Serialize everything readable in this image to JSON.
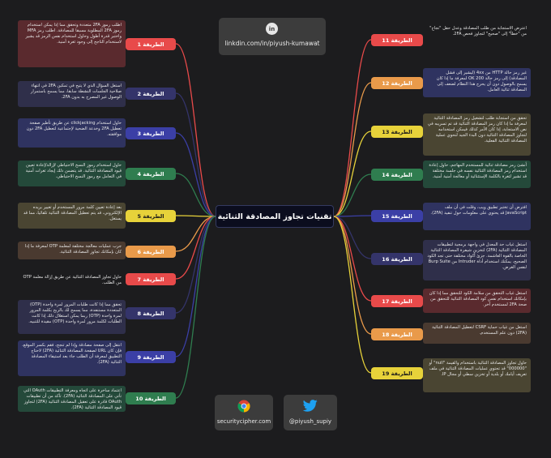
{
  "center": {
    "title": "تقنيات تجاوز المصادقة الثنائية"
  },
  "links": {
    "linkedin": "linkdin.com/in/piyush-kumawat",
    "linkedin_icon": "linkedin-icon",
    "website": "securitycipher.com",
    "website_icon": "chrome-icon",
    "twitter": "@piyush_supiy",
    "twitter_icon": "twitter-bird-icon"
  },
  "colors": {
    "background": "#1c1c1e",
    "center_bg": "#0b0d1e",
    "card_bg": "#3c3c3c"
  },
  "left_methods": [
    {
      "label": "الطريقة 1",
      "color": "#e84a4a",
      "text_color": "#ffffff",
      "desc_bg": "#5a2a2e",
      "description": "اطلب رموز 2FA متعددة وتحقق مما إذا يمكن استخدام رموز 2FA المطلوبة مسبقا للمصادقة. اطلب رمز MFA واختبر قدرة أطول وحاول استخدام نفس الرمز قد يشير لاستخدام الناجح إلى وجود ثغرة أمنية."
    },
    {
      "label": "الطريقة 2",
      "color": "#34346a",
      "text_color": "#ffffff",
      "desc_bg": "#2f2f4a",
      "description": "استغل السؤال الذي لا يتيح في تمكين 2FA في انتهاء صلاحية الجلسات النشطة سابقا، مما يسمح باستمرار الوصول غير المصرح به بدون 2FA."
    },
    {
      "label": "الطريقة 3",
      "color": "#3b3fa6",
      "text_color": "#ffffff",
      "desc_bg": "#2f3360",
      "description": "حاول استخدام clickjacking عن طريق تأطير صفحة تعطيل 2FA وخدعة الضحية لإجتماعية لتعطيل 2FA دون موافقته."
    },
    {
      "label": "الطريقة 4",
      "color": "#2f7d4f",
      "text_color": "#ffffff",
      "desc_bg": "#24493a",
      "description": "حاول استخدام رموز النسخ الاحتياطي لإزالة/إعادة تعيين قيود المصادقة الثنائية. قد يتضمن ذلك إيجاد ثغرات أمنية في التعامل مع رموز النسخ الاحتياطي."
    },
    {
      "label": "الطريقة 5",
      "color": "#e7d23a",
      "text_color": "#1a1a1a",
      "desc_bg": "#4a4532",
      "description": "بعد إعادة تعيين كلمة مرور المستخدم أو تغيير بريده الإلكتروني، قد يتم تعطيل المصادقة الثنائية تلقائيا، مما قد يستغل."
    },
    {
      "label": "الطريقة 6",
      "color": "#e99a4a",
      "text_color": "#ffffff",
      "desc_bg": "#4a3a30",
      "description": "جرب عمليات معالجة مختلفة لمعلمة OTP لمعرفة ما إذا كان بإمكانك تجاوز المصادقة الثنائية."
    },
    {
      "label": "الطريقة 7",
      "color": "#e84a4a",
      "text_color": "#ffffff",
      "desc_bg": "#1c1c1e",
      "description": "حاول تجاوز المصادقة الثنائية عن طريق إزالة معلمة OTP من الطلب."
    },
    {
      "label": "الطريقة 8",
      "color": "#34346a",
      "text_color": "#ffffff",
      "desc_bg": "#2f2f4a",
      "description": "تحقق مما إذا كانت طلبات المرور لمرة واحدة (OTP) المتعددة مستنفدة، مما يسمح لك بالربح بكلمة المرور لمرة واحدة (OTP) ربما يمكن استغلال ذلك إذا كانت الطلبات لكلمة مرور لمرة واحدة (OTP) مقيدة للتنبيه."
    },
    {
      "label": "الطريقة 9",
      "color": "#3b3fa6",
      "text_color": "#ffffff",
      "desc_bg": "#2f3360",
      "description": "انتقل إلى صفحة مصادقة وإذا لم تنجح، فقم بكسر الموقع، فإن كان URL لصفحة المصادقة الثنائية (2FA) لاحتاج التطبيق لمعرفة أن الطلب جاء بعد استيفاء المصادقة الثنائية (2FA)."
    },
    {
      "label": "الطريقة 10",
      "color": "#2f7d4f",
      "text_color": "#ffffff",
      "desc_bg": "#24493a",
      "description": "اعتماد ساخرة على اتجاه ومعرفة التطبيقات OAuth التي تأتي على المصادقة الثنائية (2FA). تأكد من أن تطبيقات OAuth قادرة على تعقيل المصادقة الثنائية (2FA) لتجاوز قيود المصادقة الثنائية (2FA)."
    }
  ],
  "right_methods": [
    {
      "label": "الطريقة 11",
      "color": "#e84a4a",
      "text_color": "#ffffff",
      "desc_bg": "#1c1c1e",
      "description": "اعترض الاستجابة من طلب المصادقة وعدل حقل \"نجاح\" من \"خطأ\" إلى \"صحيح\" لتجاوز فحص 2FA."
    },
    {
      "label": "الطريقة 12",
      "color": "#e99a4a",
      "text_color": "#ffffff",
      "desc_bg": "#2f3360",
      "description": "غير رمز حالة HTTP من 4xx (ليشير إلى فشل المصادقة) إلى رمز حالة 200 OK لمعرفة ما إذا كان يسمح بالوصول دون أن يحرج هذا النظام لضعف إلى المصادقة ثنائية العامل."
    },
    {
      "label": "الطريقة 13",
      "color": "#e7d23a",
      "text_color": "#1a1a1a",
      "desc_bg": "#4a4532",
      "description": "تحقق من استجابة طلب لتشغيل رمز المصادقة الثنائية لمعرفة ما إذا كان رمز المصادقة الثنائية قد تم تسريبه في نص الاستجابة، إذا كان الأمر كذلك فيمكن استخدامه لتجاوز المصادقة الثنائية دون البدء الجيد لنحوي عملية المصادقة الثنائية الفعلية."
    },
    {
      "label": "الطريقة 14",
      "color": "#2f7d4f",
      "text_color": "#ffffff",
      "desc_bg": "#24493a",
      "description": "أنشئ رمز مصادقة ثنائية للمستخدم المهاجم، حاول إعادة استخدام رمز المصادقة الثنائية نفسه في جلسة مختلفة قد تشير لثغرة بالكلمة الإستثنائية أو معالجة أمنية أمنية."
    },
    {
      "label": "الطريقة 15",
      "color": "#3b3fa6",
      "text_color": "#ffffff",
      "desc_bg": "#2f3360",
      "description": "افترض أن تختبر تطبيق ويب، وقلت في أن ملف JavaScript قد يحتوي على معلومات حول تنفيذ (2FA)."
    },
    {
      "label": "الطريقة 16",
      "color": "#34346a",
      "text_color": "#ffffff",
      "desc_bg": "#2f2f4a",
      "description": "استغل غياب حد المعدل في واجهة برمجية لتطبيقات المصادقة الثنائية (2FA) لتخزين شيفرة المصادقة الثنائية الخاصة بالقوة الغاشمة. جزئ أكواد مختلفة حتى تجد الكود الصحيح، يمكنك استخدام أداة Intruder من Burp Suite لنفس الغرض."
    },
    {
      "label": "الطريقة 17",
      "color": "#e84a4a",
      "text_color": "#ffffff",
      "desc_bg": "#5a2a2e",
      "description": "استغل غياب التحقق من سلامة الكود للتحقق مما إذا كان بإمكانك استخدام نفس كود المصادقة الثنائية للتحقق من صحة 2FA لمستخدم آخر."
    },
    {
      "label": "الطريقة 18",
      "color": "#e99a4a",
      "text_color": "#ffffff",
      "desc_bg": "#4a3a30",
      "description": "استغل من غياب حماية CSRF لتعطيل المصادقة الثنائية (2FA) دون علم المستخدم."
    },
    {
      "label": "الطريقة 19",
      "color": "#e7d23a",
      "text_color": "#1a1a1a",
      "desc_bg": "#4a4532",
      "description": "حاول تجاوز المصادقة الثنائية باستخدام والقيمة \"null\" أو \"000000\" قد تحتوي عمليات المصادقة الثنائية في ملف تعريف أيامك أو بلدية أو تخزين سطي أو مجال IP."
    }
  ]
}
